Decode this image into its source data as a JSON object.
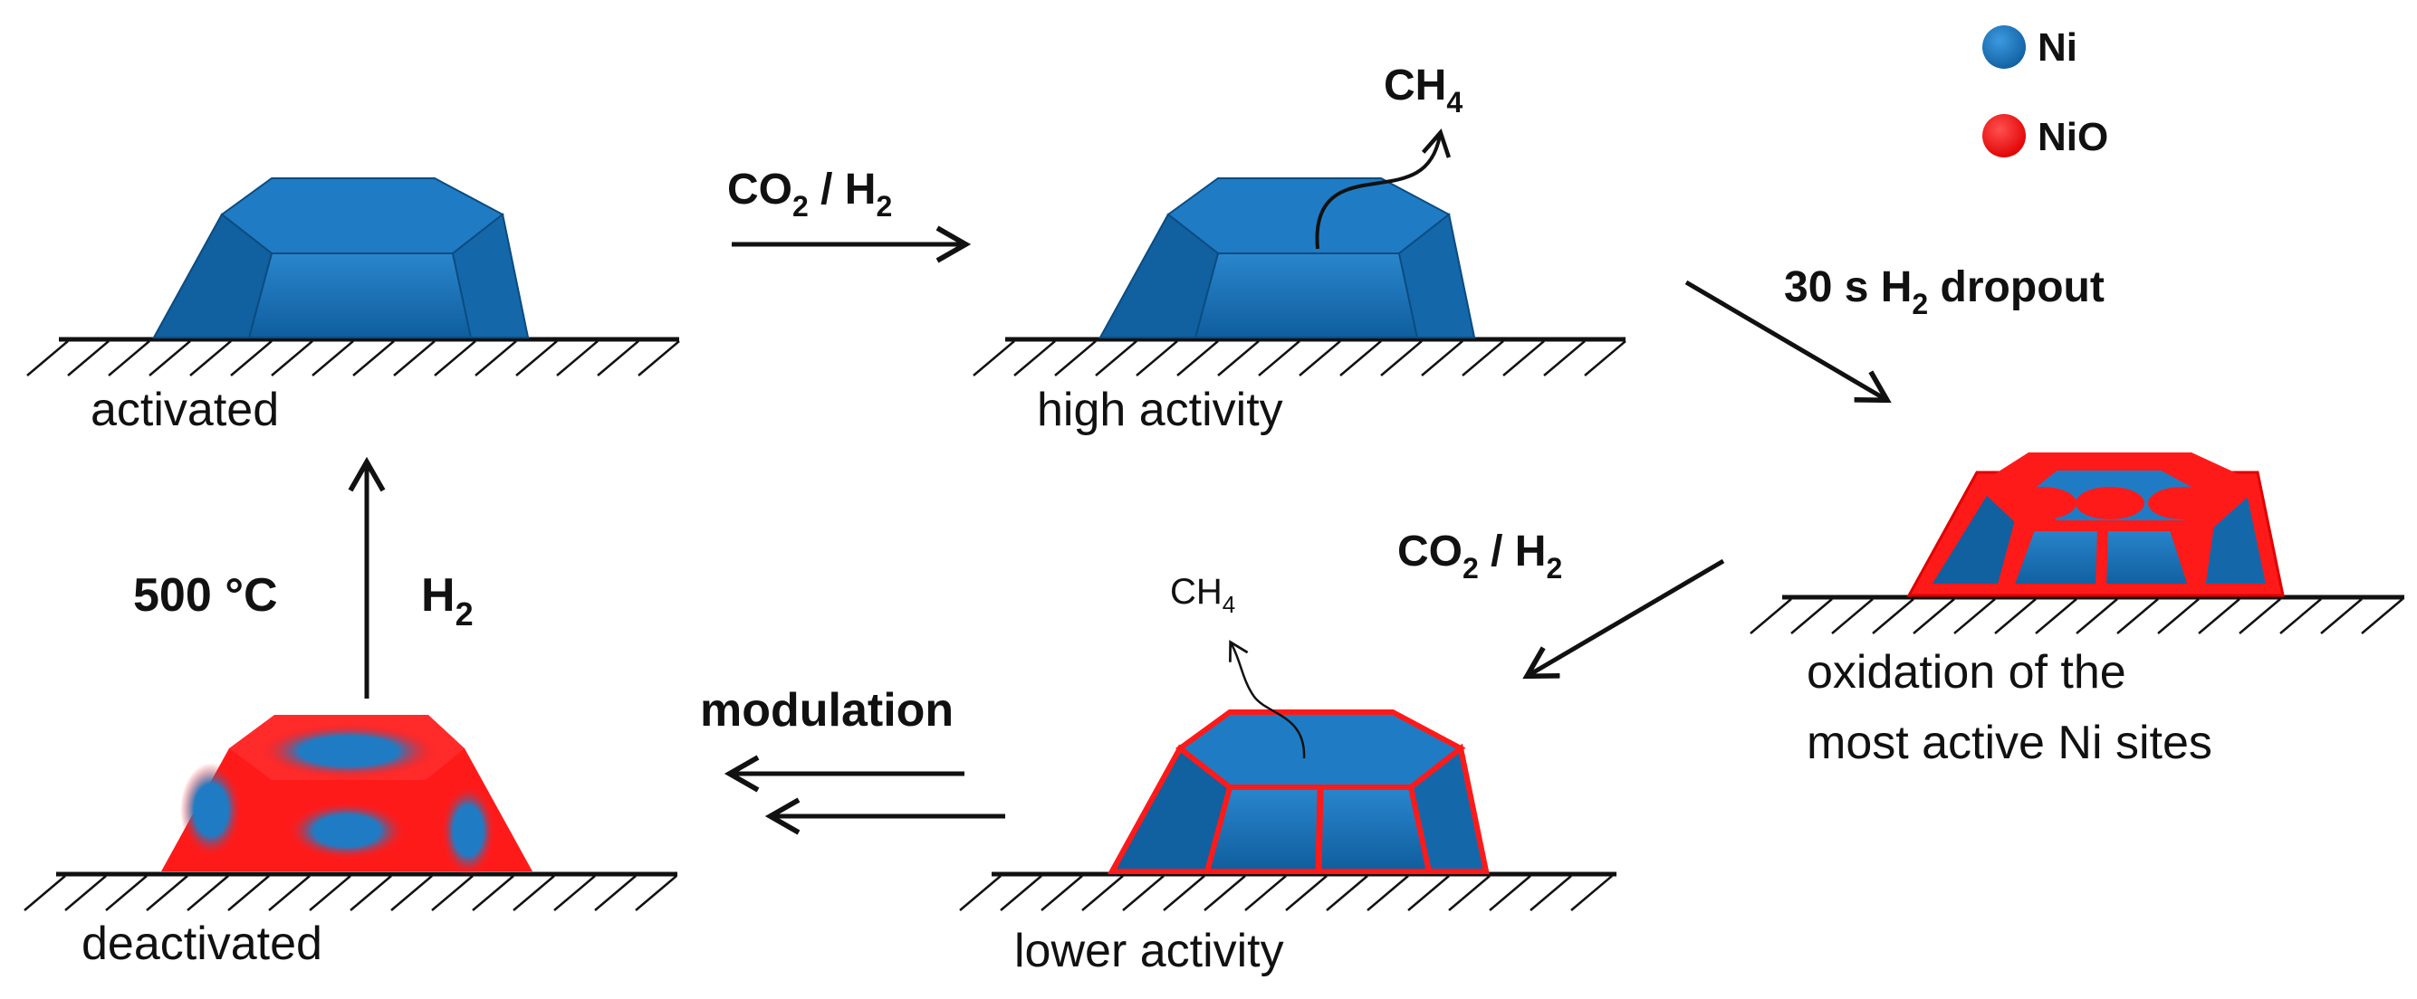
{
  "legend": {
    "ni": {
      "label": "Ni",
      "color": "#1f7cc4"
    },
    "nio": {
      "label": "NiO",
      "color": "#ff1a1a"
    }
  },
  "states": {
    "activated": "activated",
    "high_activity": "high activity",
    "oxidation_line1": "oxidation of the",
    "oxidation_line2": "most active Ni sites",
    "lower_activity": "lower activity",
    "deactivated": "deactivated"
  },
  "steps": {
    "co2_h2_top": {
      "main": "CO",
      "sub": "2",
      "rest": " / H",
      "sub2": "2"
    },
    "ch4_top": {
      "main": "CH",
      "sub": "4"
    },
    "dropout": {
      "pre": "30 s H",
      "sub": "2",
      "post": " dropout"
    },
    "co2_h2_right": {
      "main": "CO",
      "sub": "2",
      "rest": " / H",
      "sub2": "2"
    },
    "ch4_lower": {
      "main": "CH",
      "sub": "4"
    },
    "modulation": "modulation",
    "temp": "500 °C",
    "h2_left": {
      "main": "H",
      "sub": "2"
    }
  }
}
